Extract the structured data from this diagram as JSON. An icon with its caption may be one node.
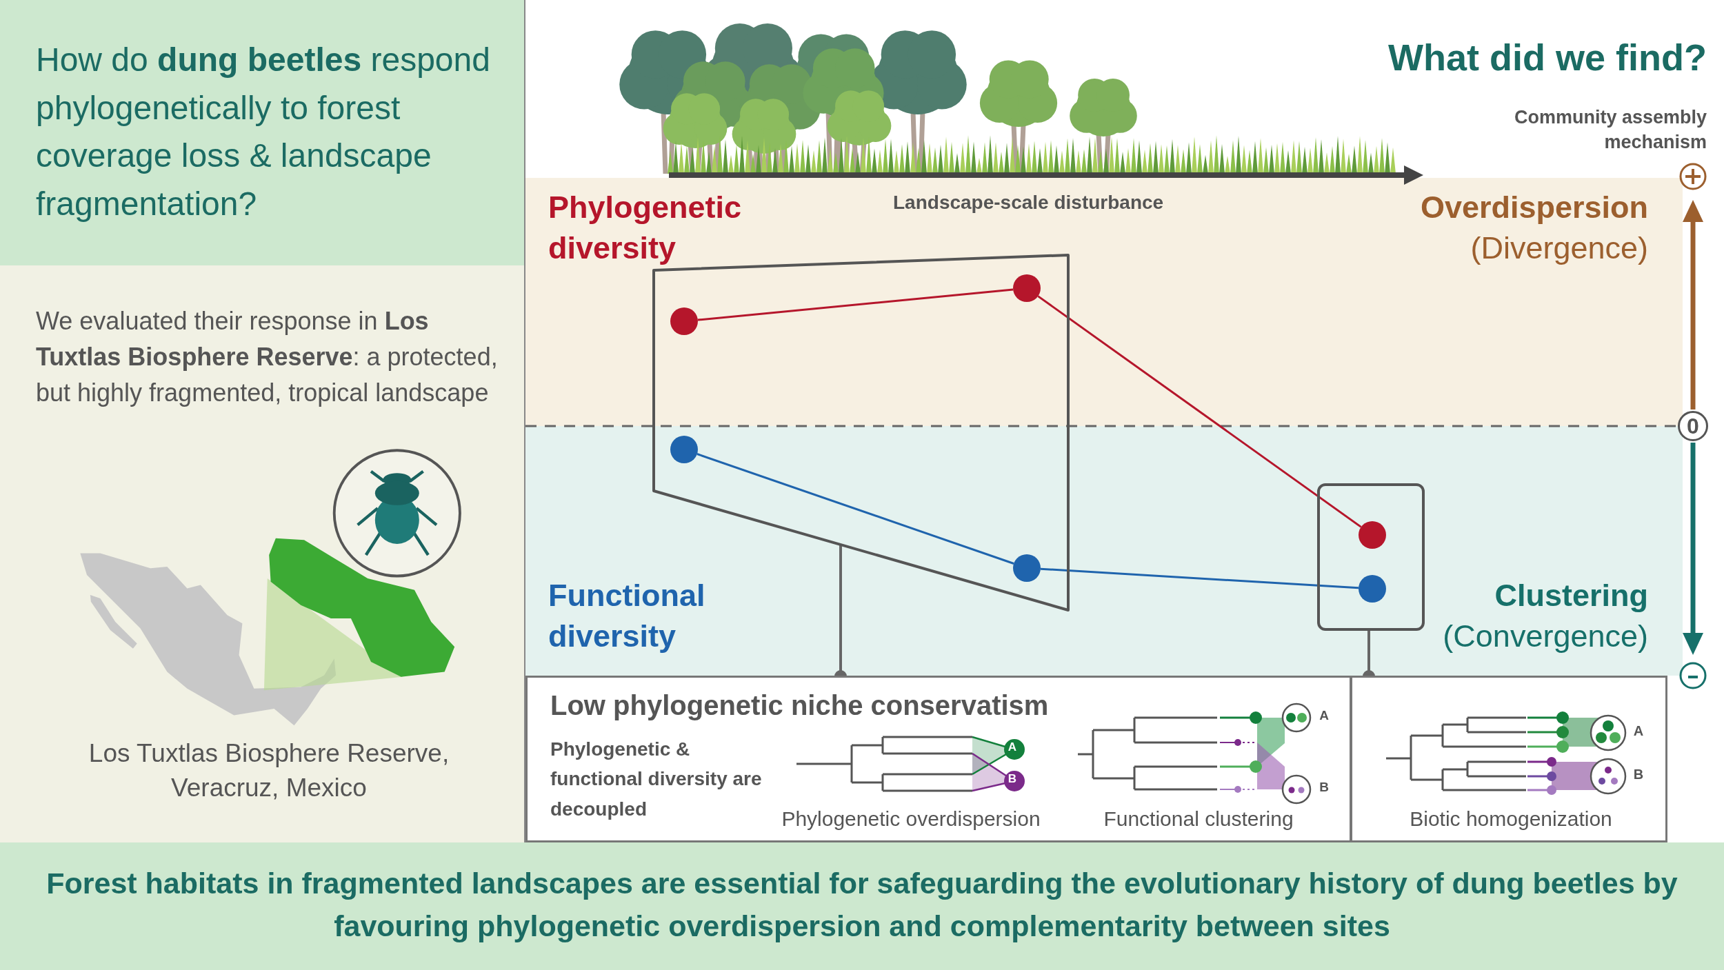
{
  "diagram": {
    "title": "How do **dung beetles** respond phylogenetically to forest coverage loss & landscape fragmentation?",
    "caption": "Forest habitats in fragmented landscapes are essential for safeguarding the evolutionary history of dung beetles by favouring phylogenetic overdispersion and complementarity between sites",
    "nodes": [
      {
        "text": [],
        "shape": "box"
      },
      {
        "text": [],
        "shape": "circle",
        "in": 0
      },
      {
        "text": [],
        "shape": "circle",
        "in": 0
      },
      {
        "text": [],
        "shape": "circle",
        "in": 0
      },
      {
        "text": [],
        "shape": "circle",
        "in": 0
      },
      {
        "text": [],
        "shape": "box"
      },
      {
        "text": [],
        "shape": "circle",
        "in": 5
      },
      {
        "text": [],
        "shape": "circle",
        "in": 5
      },
      {
        "text": [
          "Low phylogenetic niche conservatism",
          "Phylogenetic & functional diversity are decoupled",
          "Phylogenetic overdispersion",
          "Functional clustering"
        ]
      },
      {
        "text": [
          "Biotic homogenization"
        ]
      }
    ],
    "edges": [
      {
        "from": 1,
        "to": 3,
        "arrow": "none",
        "color": "#b5162b"
      },
      {
        "from": 3,
        "to": 6,
        "arrow": "none",
        "color": "#b5162b"
      },
      {
        "from": 2,
        "to": 4,
        "arrow": "none",
        "color": "#1f64ad"
      },
      {
        "from": 4,
        "to": 7,
        "arrow": "none",
        "color": "#1f64ad"
      },
      {
        "from": 0,
        "to": 8,
        "arrow": "other"
      },
      {
        "from": 5,
        "to": 9,
        "arrow": "other"
      }
    ],
    "labels": [
      "We evaluated their response in **Los Tuxtlas Biosphere Reserve**: a protected, but highly fragmented, tropical landscape",
      "Los Tuxtlas Biosphere Reserve, Veracruz, Mexico",
      "What did we find?",
      "Community assembly mechanism",
      "Landscape-scale disturbance",
      "Phylogenetic diversity",
      "**Overdispersion** (Divergence)",
      "0",
      "Functional diversity",
      "**Clustering** (Convergence)",
      "A",
      "B",
      "A",
      "B",
      "A",
      "B"
    ]
  }
}
